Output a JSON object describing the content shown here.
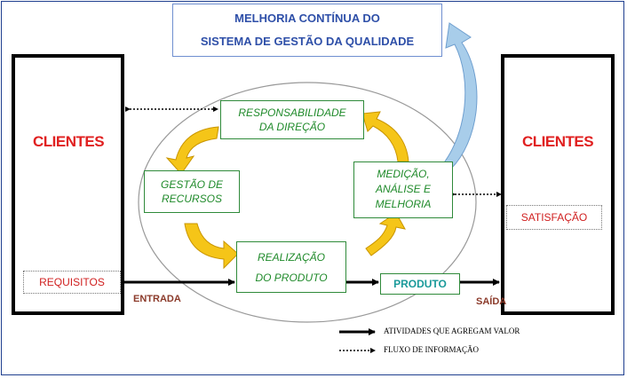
{
  "title": {
    "line1": "MELHORIA CONTÍNUA DO",
    "line2": "SISTEMA DE GESTÃO DA QUALIDADE"
  },
  "clients": {
    "left_label": "CLIENTES",
    "right_label": "CLIENTES",
    "requisitos": "REQUISITOS",
    "satisfacao": "SATISFAÇÃO"
  },
  "process": {
    "responsabilidade": {
      "line1": "RESPONSABILIDADE",
      "line2": "DA DIREÇÃO"
    },
    "gestao": {
      "line1": "GESTÃO DE",
      "line2": "RECURSOS"
    },
    "realizacao": {
      "line1": "REALIZAÇÃO",
      "line2": "DO PRODUTO"
    },
    "medicao": {
      "line1": "MEDIÇÃO,",
      "line2": "ANÁLISE E",
      "line3": "MELHORIA"
    }
  },
  "flow": {
    "produto": "PRODUTO",
    "entrada": "ENTRADA",
    "saida": "SAÍDA"
  },
  "legend": {
    "value_activities": "ATIVIDADES QUE AGREGAM VALOR",
    "info_flow": "FLUXO DE INFORMAÇÃO"
  },
  "colors": {
    "border": "#1f3f8f",
    "title_text": "#2e4fa8",
    "client_text": "#e02020",
    "process_green": "#1f8a2a",
    "cycle_arrow": "#f5c518",
    "improvement_arrow": "#a8cdea"
  }
}
